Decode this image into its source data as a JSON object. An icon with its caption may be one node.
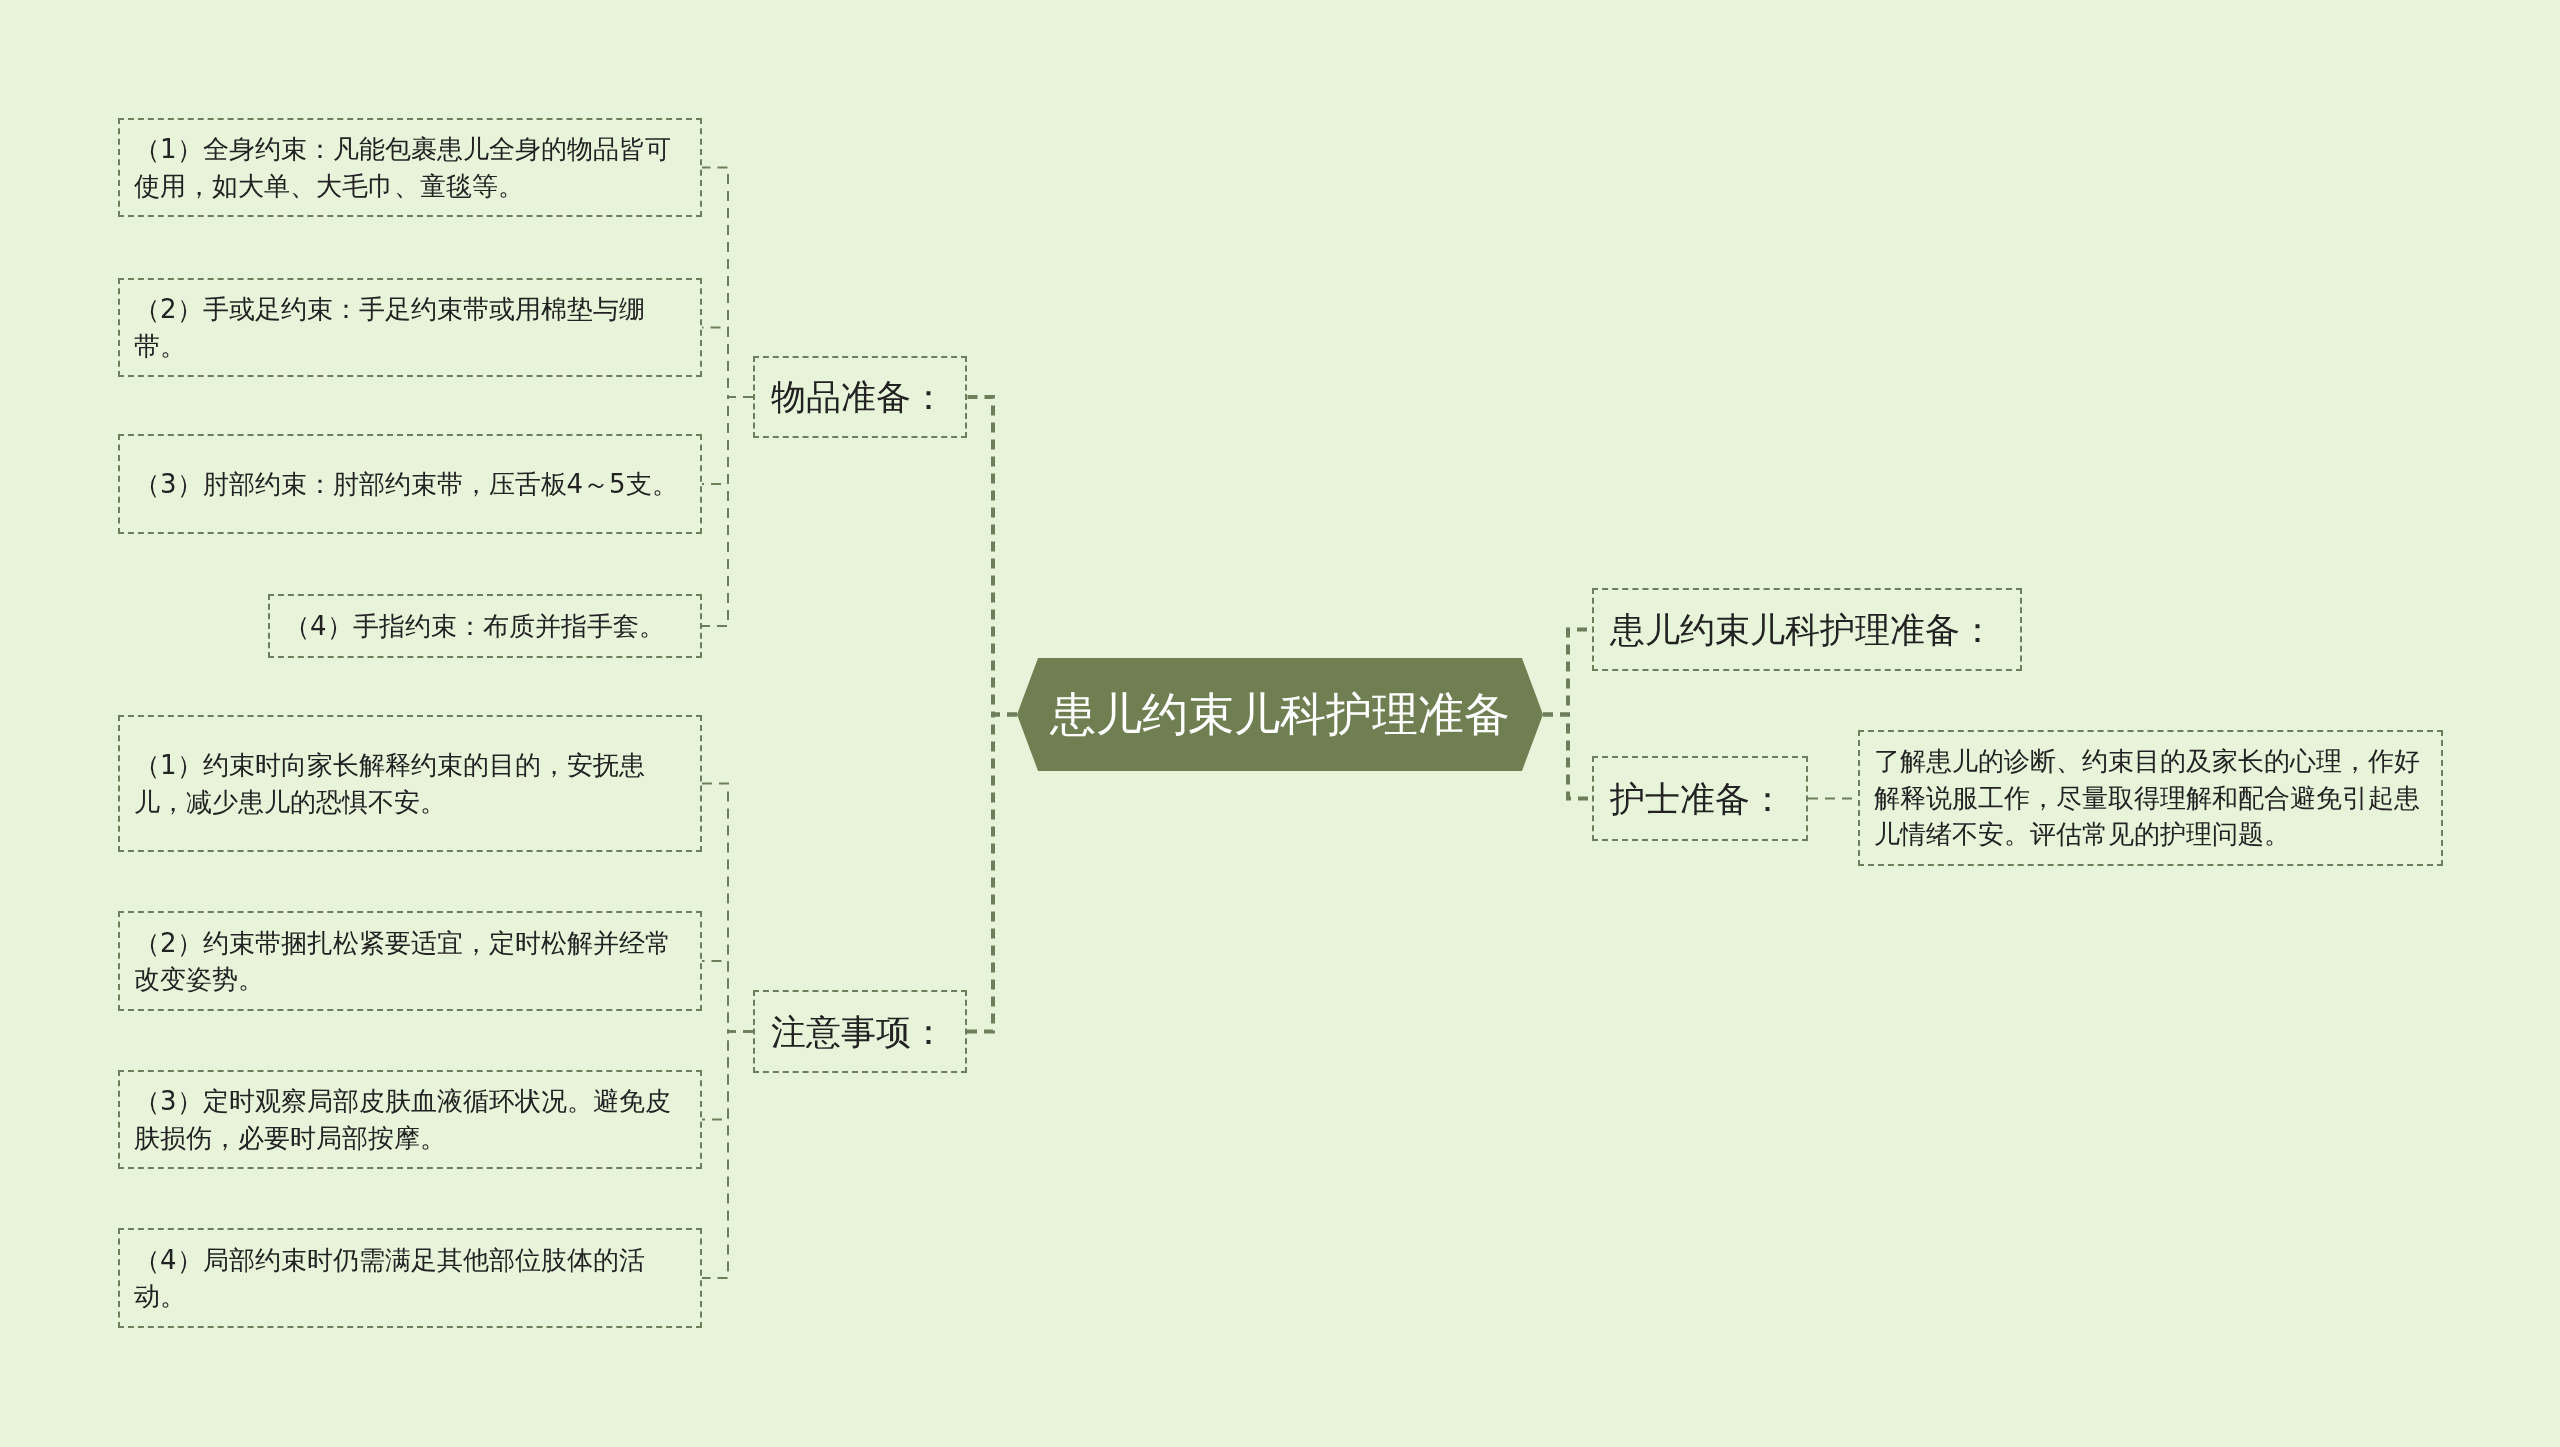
{
  "diagram": {
    "nodes": [
      {
        "text": [
          "患儿约束儿科护理准备"
        ]
      },
      {
        "text": [
          "物品准备："
        ]
      },
      {
        "text": [
          "（1）全身约束：凡能包裹患儿全身的物品皆可使用，如大单、大毛巾、童毯等。"
        ]
      },
      {
        "text": [
          "（2）手或足约束：手足约束带或用棉垫与绷带。"
        ]
      },
      {
        "text": [
          "（3）肘部约束：肘部约束带，压舌板4～5支。"
        ]
      },
      {
        "text": [
          "（4）手指约束：布质并指手套。"
        ]
      },
      {
        "text": [
          "注意事项："
        ]
      },
      {
        "text": [
          "（1）约束时向家长解释约束的目的，安抚患儿，减少患儿的恐惧不安。"
        ]
      },
      {
        "text": [
          "（2）约束带捆扎松紧要适宜，定时松解并经常改变姿势。"
        ]
      },
      {
        "text": [
          "（3）定时观察局部皮肤血液循环状况。避免皮肤损伤，必要时局部按摩。"
        ]
      },
      {
        "text": [
          "（4）局部约束时仍需满足其他部位肢体的活动。"
        ]
      },
      {
        "text": [
          "患儿约束儿科护理准备："
        ]
      },
      {
        "text": [
          "护士准备："
        ]
      },
      {
        "text": [
          "了解患儿的诊断、约束目的及家长的心理，作好解释说服工作，尽量取得理解和配合避免引起患儿情绪不安。评估常见的护理问题。"
        ]
      }
    ],
    "edges": [
      {
        "from": 0,
        "to": 1,
        "arrow": "none",
        "style": "dashed"
      },
      {
        "from": 1,
        "to": 2,
        "arrow": "none",
        "style": "dashed"
      },
      {
        "from": 1,
        "to": 3,
        "arrow": "none",
        "style": "dashed"
      },
      {
        "from": 1,
        "to": 4,
        "arrow": "none",
        "style": "dashed"
      },
      {
        "from": 1,
        "to": 5,
        "arrow": "none",
        "style": "dashed"
      },
      {
        "from": 0,
        "to": 6,
        "arrow": "none",
        "style": "dashed"
      },
      {
        "from": 6,
        "to": 7,
        "arrow": "none",
        "style": "dashed"
      },
      {
        "from": 6,
        "to": 8,
        "arrow": "none",
        "style": "dashed"
      },
      {
        "from": 6,
        "to": 9,
        "arrow": "none",
        "style": "dashed"
      },
      {
        "from": 6,
        "to": 10,
        "arrow": "none",
        "style": "dashed"
      },
      {
        "from": 0,
        "to": 11,
        "arrow": "none",
        "style": "dashed"
      },
      {
        "from": 0,
        "to": 12,
        "arrow": "none",
        "style": "dashed"
      },
      {
        "from": 12,
        "to": 13,
        "arrow": "none",
        "style": "dashed"
      }
    ]
  }
}
